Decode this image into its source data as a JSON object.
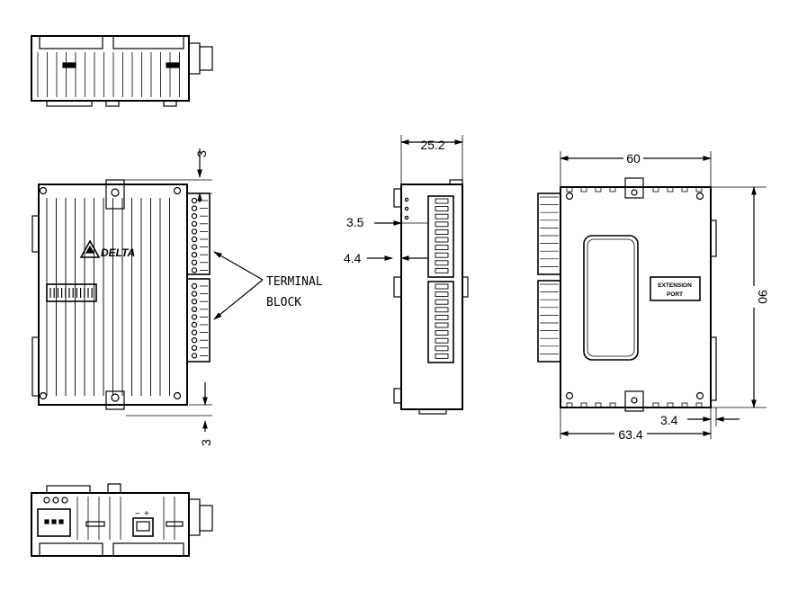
{
  "brand": {
    "logo_text": "DELTA"
  },
  "front_view": {
    "top_offset": "3",
    "bottom_offset": "3",
    "terminal_label_line1": "TERMINAL",
    "terminal_label_line2": "BLOCK"
  },
  "side_view": {
    "width": "25.2",
    "pitch_top": "3.5",
    "pitch_mid": "4.4"
  },
  "rear_view": {
    "width": "60",
    "height": "90",
    "overall_width": "63.4",
    "rail_offset": "3.4",
    "port_label_line1": "EXTENSION",
    "port_label_line2": "PORT"
  },
  "bottom_view": {
    "minus_sign": "−",
    "plus_sign": "+"
  },
  "colors": {
    "line": "#000000",
    "background": "#ffffff"
  }
}
